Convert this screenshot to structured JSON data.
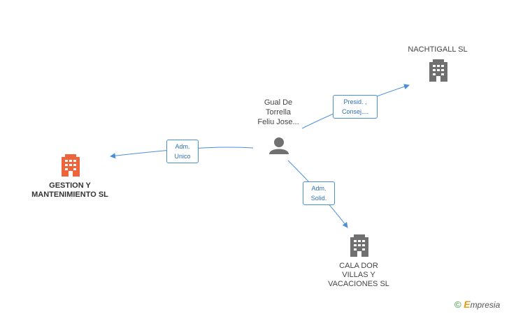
{
  "person": {
    "name_lines": [
      "Gual De",
      "Torrella",
      "Feliu Jose..."
    ]
  },
  "companies": {
    "nachtigall": {
      "lines": [
        "NACHTIGALL SL"
      ]
    },
    "gestion": {
      "lines": [
        "GESTION Y",
        "MANTENIMIENTO SL"
      ]
    },
    "cala": {
      "lines": [
        "CALA DOR",
        "VILLAS Y",
        "VACACIONES SL"
      ]
    }
  },
  "edges": {
    "nachtigall": {
      "lines": [
        "Presid. ,",
        "Consej...."
      ]
    },
    "gestion": {
      "lines": [
        "Adm.",
        "Unico"
      ]
    },
    "cala": {
      "lines": [
        "Adm.",
        "Solid."
      ]
    }
  },
  "watermark": {
    "symbol": "©",
    "brand_first": "E",
    "brand_rest": "mpresia"
  },
  "colors": {
    "edge": "#4a90d9",
    "building_main": "#f0643c",
    "building_other": "#707070",
    "person": "#707070"
  }
}
